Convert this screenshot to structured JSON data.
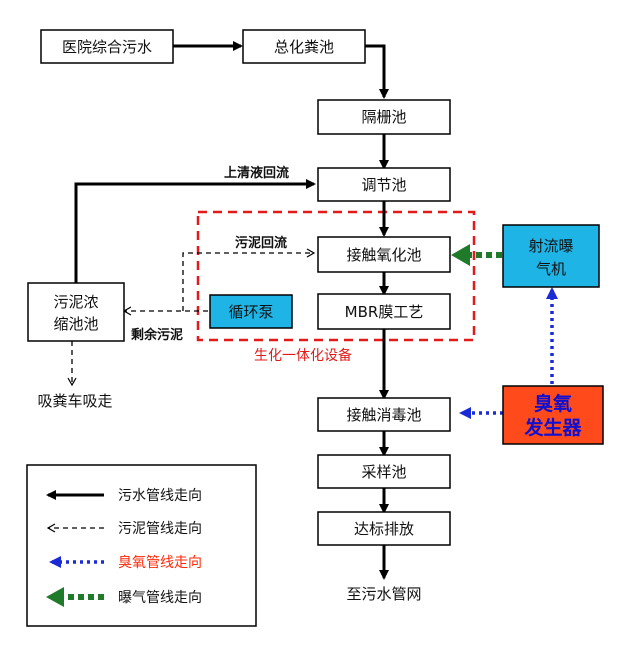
{
  "colors": {
    "box_stroke": "#000000",
    "cyan_fill": "#1eb4e6",
    "red_fill": "#ff4a1c",
    "ozone_text": "#1010d0",
    "dashed_red": "#e21a1a",
    "blue_dot": "#1a2ad6",
    "green_aeration": "#1f7a2a",
    "legend_red": "#ff2a0a"
  },
  "nodes": {
    "hospital": "医院综合污水",
    "septic": "总化粪池",
    "grid": "隔栅池",
    "adjust": "调节池",
    "contact_oxidation": "接触氧化池",
    "mbr": "MBR膜工艺",
    "circulation_pump": "循环泵",
    "sludge_thickener_line1": "污泥浓",
    "sludge_thickener_line2": "缩池池",
    "disinfection": "接触消毒池",
    "sampling": "采样池",
    "discharge": "达标排放",
    "jet_aerator_line1": "射流曝",
    "jet_aerator_line2": "气机",
    "ozone_line1": "臭氧",
    "ozone_line2": "发生器"
  },
  "labels": {
    "supernatant_return": "上清液回流",
    "sludge_return": "污泥回流",
    "excess_sludge": "剩余污泥",
    "integrated_equipment": "生化一体化设备",
    "suction_truck": "吸粪车吸走",
    "to_sewer": "至污水管网"
  },
  "legend": [
    {
      "type": "sewage",
      "text": "污水管线走向"
    },
    {
      "type": "sludge",
      "text": "污泥管线走向"
    },
    {
      "type": "ozone",
      "text": "臭氧管线走向"
    },
    {
      "type": "aeration",
      "text": "曝气管线走向"
    }
  ]
}
